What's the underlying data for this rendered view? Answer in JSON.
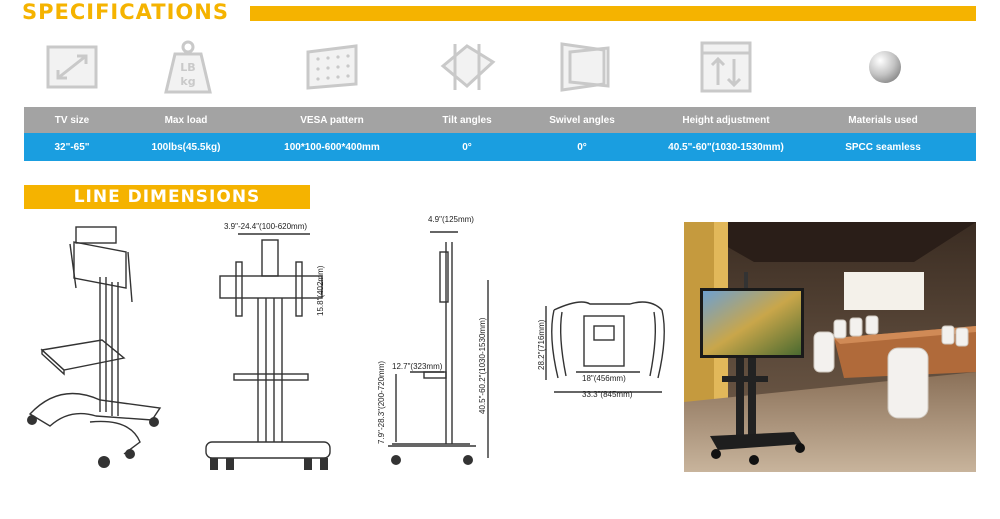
{
  "specifications": {
    "title": "SPECIFICATIONS",
    "icons": [
      {
        "name": "tv-size-icon",
        "text": ""
      },
      {
        "name": "weight-icon",
        "text": "LB kg",
        "line1": "LB",
        "line2": "kg"
      },
      {
        "name": "vesa-pattern-icon",
        "text": ""
      },
      {
        "name": "tilt-icon",
        "text": ""
      },
      {
        "name": "swivel-icon",
        "text": ""
      },
      {
        "name": "height-adjust-icon",
        "text": ""
      },
      {
        "name": "material-sphere-icon",
        "text": ""
      }
    ],
    "headers": [
      "TV size",
      "Max load",
      "VESA pattern",
      "Tilt angles",
      "Swivel angles",
      "Height adjustment",
      "Materials used"
    ],
    "values": [
      "32\"-65\"",
      "100lbs(45.5kg)",
      "100*100-600*400mm",
      "0°",
      "0°",
      "40.5\"-60\"(1030-1530mm)",
      "SPCC seamless"
    ]
  },
  "line_dimensions": {
    "title": "LINE DIMENSIONS",
    "front": {
      "width": "3.9\"-24.4\"(100-620mm)",
      "height": "15.8\"(402mm)"
    },
    "side": {
      "depth_top": "4.9\"(125mm)",
      "shelf": "12.7\"(323mm)",
      "shelf_height": "7.9\"-28.3\"(200-720mm)",
      "total_height": "40.5\"-60.2\"(1030-1530mm)"
    },
    "base": {
      "height": "28.2\"(716mm)",
      "inner_width": "18\"(456mm)",
      "outer_width": "33.3\"(845mm)"
    }
  },
  "colors": {
    "accent_yellow": "#f5b300",
    "header_gray": "#a3a3a3",
    "value_blue": "#1a9ee0"
  }
}
